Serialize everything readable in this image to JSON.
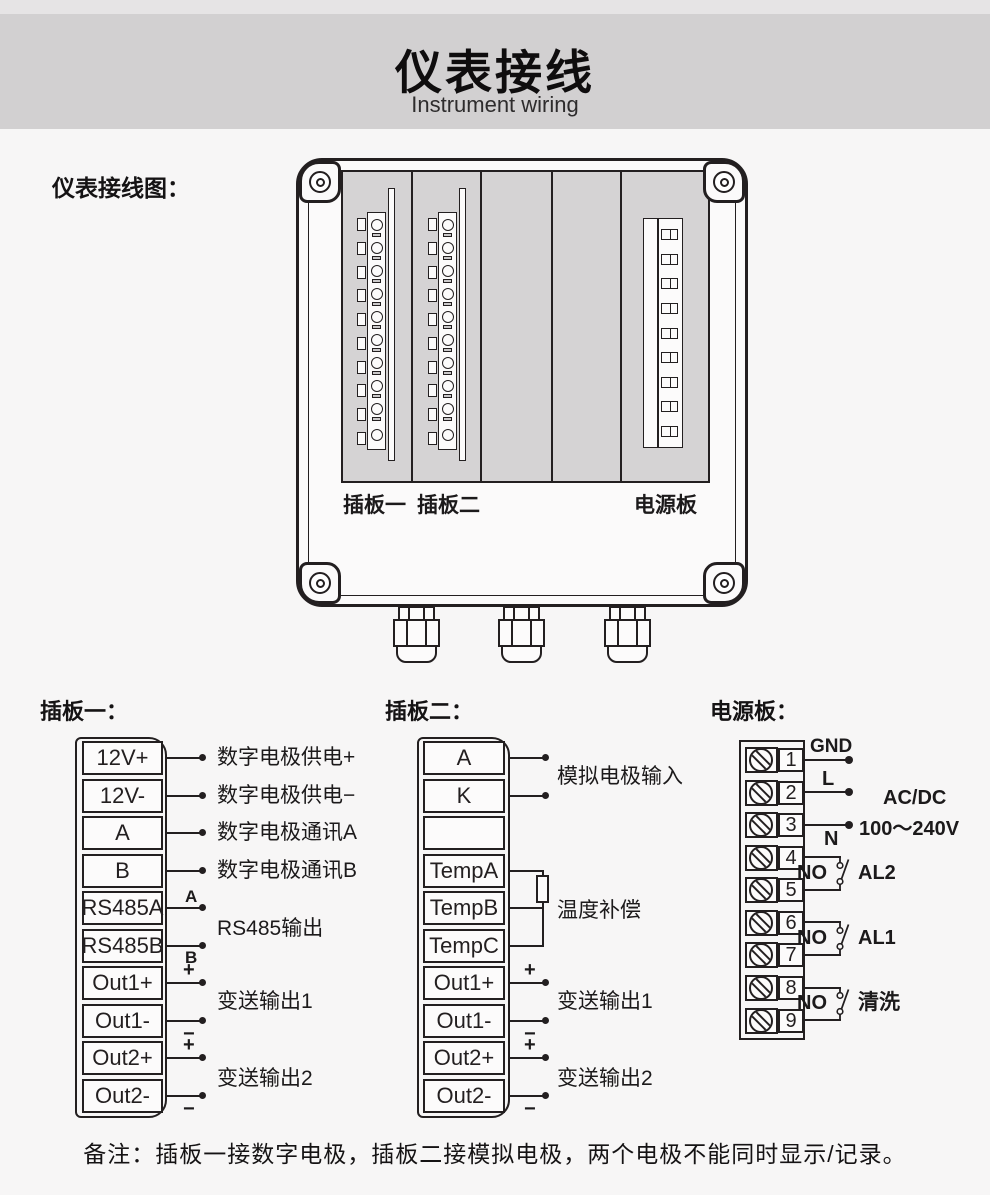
{
  "header": {
    "title": "仪表接线",
    "subtitle": "Instrument wiring"
  },
  "diagram_label": "仪表接线图：",
  "enclosure": {
    "board_labels": [
      "插板一",
      "插板二",
      "电源板"
    ],
    "terminal_rows": 10,
    "power_rows": 9
  },
  "board1": {
    "title": "插板一：",
    "terminals": [
      "12V+",
      "12V-",
      "A",
      "B",
      "RS485A",
      "RS485B",
      "Out1+",
      "Out1-",
      "Out2+",
      "Out2-"
    ],
    "wire_labels": [
      "数字电极供电+",
      "数字电极供电−",
      "数字电极通讯A",
      "数字电极通讯B"
    ],
    "rs485_group": {
      "a": "A",
      "b": "B",
      "label": "RS485输出"
    },
    "out1_group": {
      "plus": "+",
      "minus": "−",
      "label": "变送输出1"
    },
    "out2_group": {
      "plus": "+",
      "minus": "−",
      "label": "变送输出2"
    }
  },
  "board2": {
    "title": "插板二：",
    "terminals": [
      "A",
      "K",
      "",
      "TempA",
      "TempB",
      "TempC",
      "Out1+",
      "Out1-",
      "Out2+",
      "Out2-"
    ],
    "analog_label": "模拟电极输入",
    "temp_label": "温度补偿",
    "out1_group": {
      "plus": "+",
      "minus": "−",
      "label": "变送输出1"
    },
    "out2_group": {
      "plus": "+",
      "minus": "−",
      "label": "变送输出2"
    }
  },
  "power": {
    "title": "电源板：",
    "terminals": [
      "1",
      "2",
      "3",
      "4",
      "5",
      "6",
      "7",
      "8",
      "9"
    ],
    "gnd": "GND",
    "l": "L",
    "n": "N",
    "acdc_line1": "AC/DC",
    "acdc_line2": "100～240V",
    "relays": [
      {
        "no": "NO",
        "label": "AL2"
      },
      {
        "no": "NO",
        "label": "AL1"
      },
      {
        "no": "NO",
        "label": "清洗"
      }
    ]
  },
  "note": "备注：插板一接数字电极，插板二接模拟电极，两个电极不能同时显示/记录。"
}
